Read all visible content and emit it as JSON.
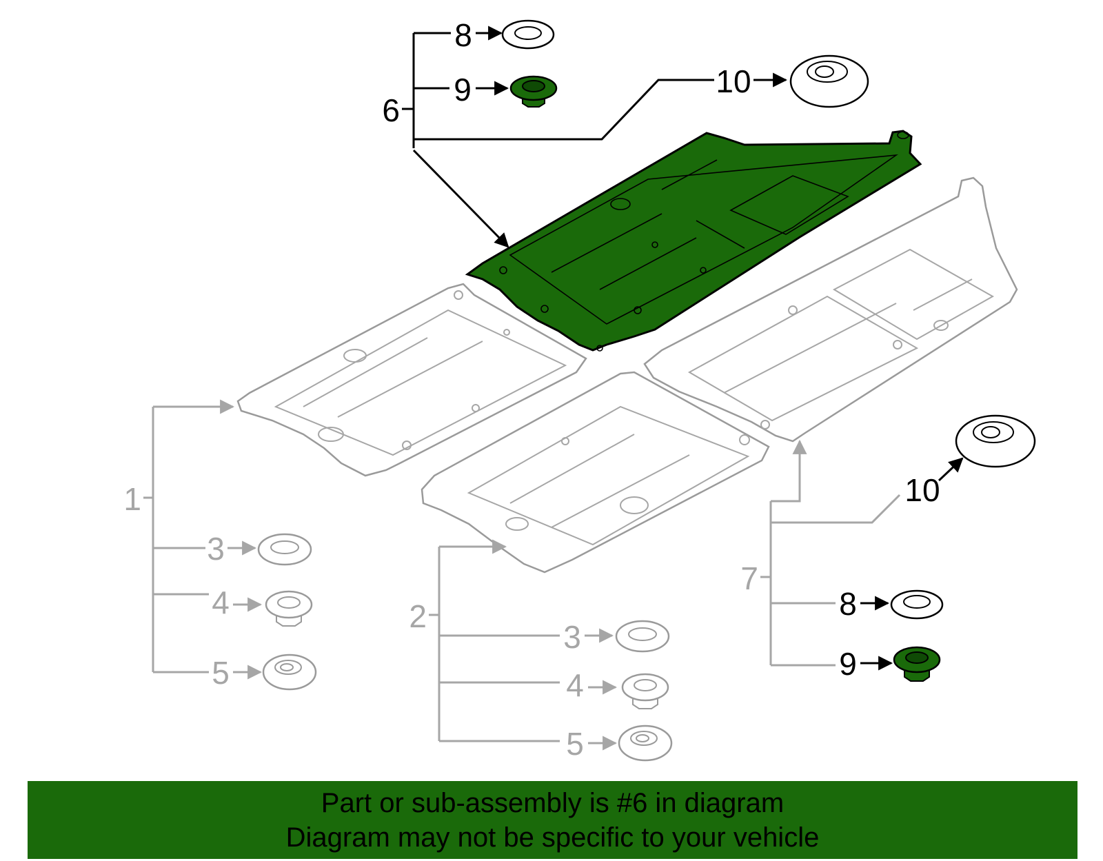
{
  "callouts": {
    "c1": "1",
    "c2": "2",
    "c3a": "3",
    "c3b": "3",
    "c4a": "4",
    "c4b": "4",
    "c5a": "5",
    "c5b": "5",
    "c6": "6",
    "c7": "7",
    "c8a": "8",
    "c8b": "8",
    "c9a": "9",
    "c9b": "9",
    "c10a": "10",
    "c10b": "10"
  },
  "banner": {
    "line1": "Part or sub-assembly is #6 in diagram",
    "line2": "Diagram may not be specific to your vehicle"
  },
  "colors": {
    "highlight": "#1a6a0a",
    "other_parts": "#a6a6a6",
    "highlight_callouts": "#000000"
  }
}
